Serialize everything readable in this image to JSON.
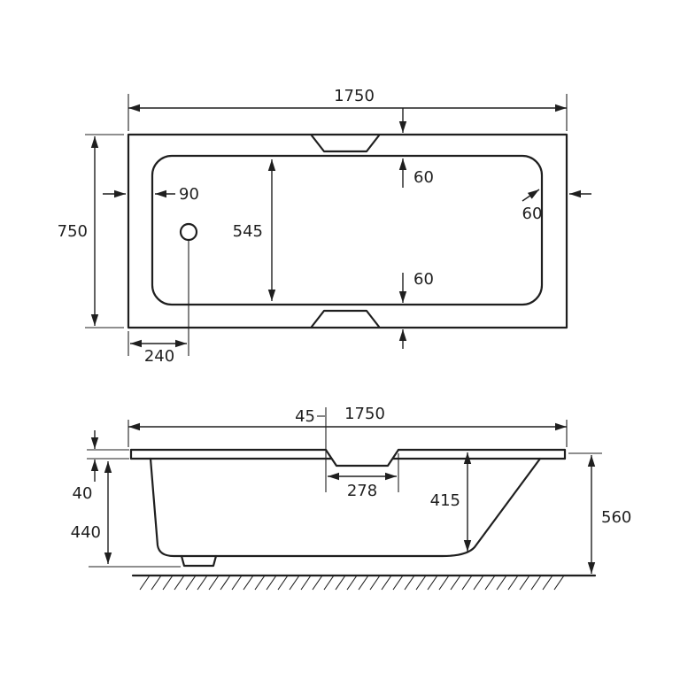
{
  "drawing": {
    "title": "bathtub-technical-drawing",
    "colors": {
      "line": "#1f1f1f",
      "background": "#ffffff"
    },
    "plan": {
      "length": "1750",
      "width": "750",
      "rim_left": "90",
      "inner_width": "545",
      "rim_top": "60",
      "rim_right": "60",
      "rim_bottom": "60",
      "waste_offset": "240"
    },
    "elevation": {
      "length": "1750",
      "grip_offset": "45",
      "grip_width": "278",
      "inner_depth": "415",
      "overall_height": "560",
      "rim_height": "40",
      "shell_height": "440"
    }
  }
}
